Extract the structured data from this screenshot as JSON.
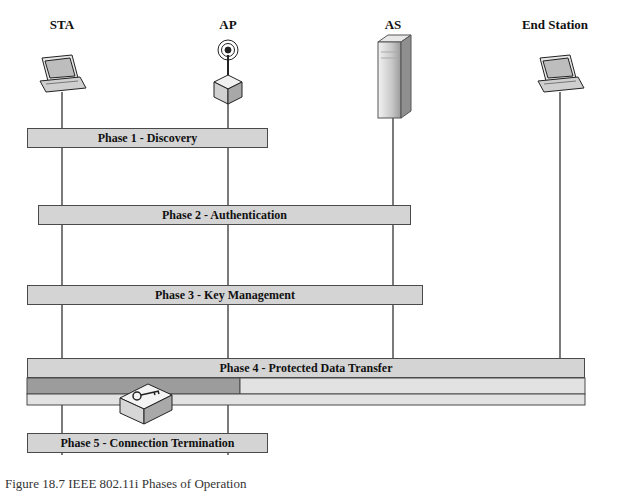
{
  "diagram": {
    "caption": "Figure 18.7 IEEE 802.11i Phases of Operation",
    "nodes": [
      {
        "text": [
          "Phase 1 - Discovery"
        ]
      },
      {
        "text": [
          "Phase 2 - Authentication"
        ]
      },
      {
        "text": [
          "Phase 3 - Key Management"
        ]
      },
      {
        "text": [
          "Phase 4 - Protected Data Transfer"
        ]
      },
      {
        "text": [
          "Phase 5 - Connection Termination"
        ]
      }
    ],
    "labels": [
      "STA",
      "AP",
      "AS",
      "End Station"
    ]
  }
}
